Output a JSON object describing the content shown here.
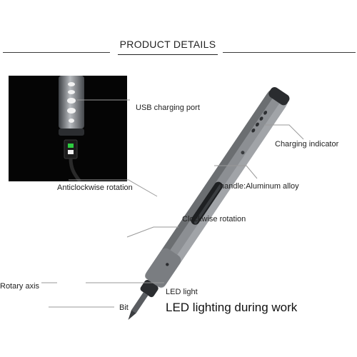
{
  "header": {
    "title": "PRODUCT DETAILS"
  },
  "labels": {
    "usb_charging_port": "USB charging port",
    "charging_indicator": "Charging indicator",
    "handle": "handle:Aluminum alloy",
    "anticlockwise_rotation": "Anticlockwise rotation",
    "clockwise_rotation": "Clockwise rotation",
    "rotary_axis": "Rotary axis",
    "led_light": "LED light",
    "bit": "Bit",
    "led_lighting": "LED lighting during work"
  },
  "colors": {
    "body_silver": "#8c8f93",
    "body_dark": "#4a4d51",
    "inset_bg": "#050505",
    "cable": "#2a2a2a",
    "leader_line": "#9a9a9a",
    "indicator_green": "#2ecc40"
  }
}
